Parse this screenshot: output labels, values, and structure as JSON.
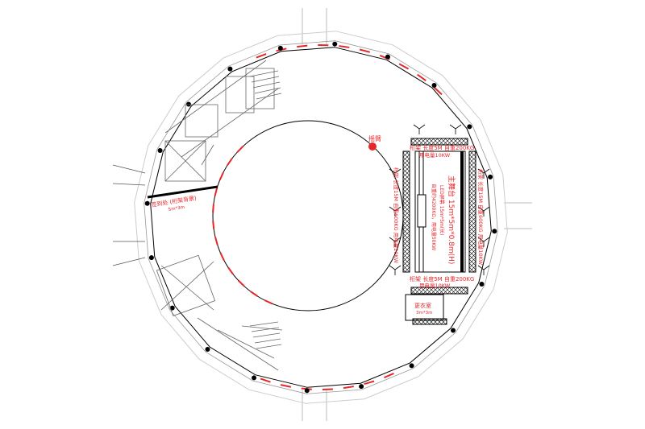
{
  "labels": {
    "camera_arm": "摇臂",
    "top_truss": "桁架  长度5M  自重200KG",
    "top_truss_power": "用电量10KW",
    "bottom_truss": "桁架  长度5M  自重200KG",
    "bottom_truss_power": "用电量10KW",
    "left_truss": "桁架  长度15M  自重600KG  用电量20KW",
    "right_truss": "桁架  长度15M  自重600KG  用电量10KW",
    "stage_title": "主舞台   15m*5m*0.8m(H)",
    "led_screen": "LED屏幕   15m*5m(长)",
    "stage_load": "自重约4200KG，用电量50KW",
    "signin": "签到处 (桁架背景)",
    "signin_size": "5m*3m",
    "dressing_room": "更衣室",
    "dressing_size": "3m*3m"
  },
  "colors": {
    "annotation": "#e8262a",
    "line": "#000000",
    "wall": "#999999"
  }
}
